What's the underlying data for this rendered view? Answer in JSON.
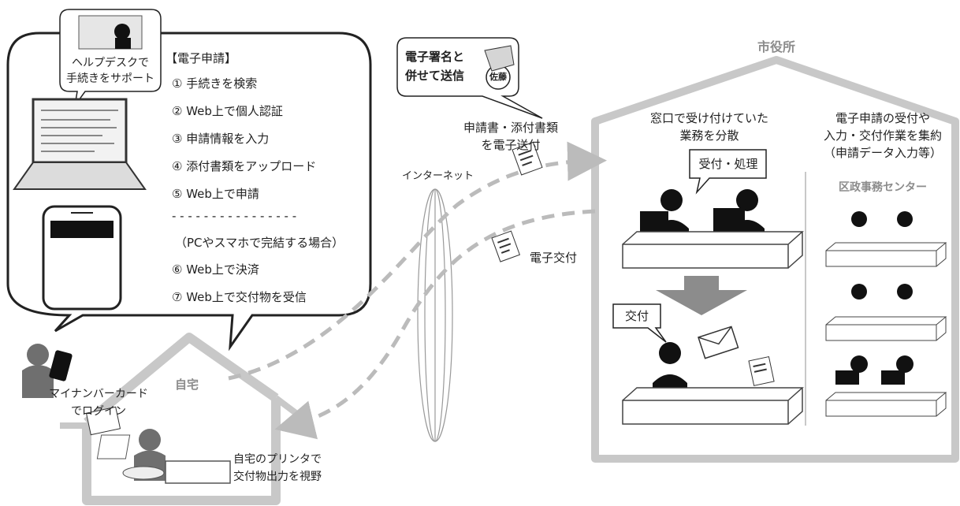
{
  "bubble": {
    "title": "【電子申請】",
    "steps": [
      "① 手続きを検索",
      "② Web上で個人認証",
      "③ 申請情報を入力",
      "④ 添付書類をアップロード",
      "⑤ Web上で申請"
    ],
    "dashes": "- - - - - - - - - - - - - - - -",
    "note": "（PCやスマホで完結する場合）",
    "steps2": [
      "⑥ Web上で決済",
      "⑦ Web上で交付物を受信"
    ]
  },
  "helpdesk": {
    "line1": "ヘルプデスクで",
    "line2": "手続きをサポート"
  },
  "signature": {
    "line1": "電子署名と",
    "line2": "併せて送信",
    "seal": "佐藤"
  },
  "send": {
    "line1": "申請書・添付書類",
    "line2": "を電子送付"
  },
  "internet": "インターネット",
  "delivery": "電子交付",
  "home": {
    "title": "自宅",
    "card_line1": "マイナンバーカード",
    "card_line2": "でログイン",
    "printer_line1": "自宅のプリンタで",
    "printer_line2": "交付物出力を視野"
  },
  "city": {
    "title": "市役所",
    "left_line1": "窓口で受け付けていた",
    "left_line2": "業務を分散",
    "process_label": "受付・処理",
    "issue_label": "交付",
    "right_line1": "電子申請の受付や",
    "right_line2": "入力・交付作業を集約",
    "right_line3": "（申請データ入力等）",
    "ward_office": "区政事務センター"
  }
}
